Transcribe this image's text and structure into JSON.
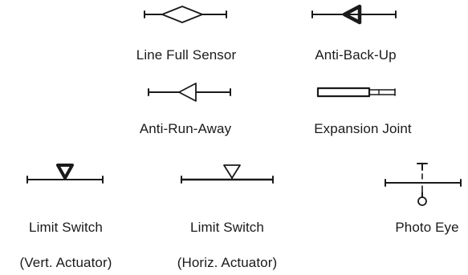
{
  "symbols": [
    {
      "id": "line-full-sensor",
      "label": "Line Full Sensor",
      "icon": "diamond-on-line-icon"
    },
    {
      "id": "anti-back-up",
      "label": "Anti-Back-Up",
      "icon": "filled-triangle-on-line-icon"
    },
    {
      "id": "anti-run-away",
      "label": "Anti-Run-Away",
      "icon": "open-triangle-on-line-icon"
    },
    {
      "id": "expansion-joint",
      "label": "Expansion Joint",
      "icon": "rectangle-taper-icon"
    },
    {
      "id": "limit-switch-vert",
      "label": "Limit Switch",
      "sublabel": "(Vert. Actuator)",
      "icon": "bold-down-triangle-on-line-icon"
    },
    {
      "id": "limit-switch-horiz",
      "label": "Limit Switch",
      "sublabel": "(Horiz. Actuator)",
      "icon": "open-down-triangle-on-line-icon"
    },
    {
      "id": "photo-eye",
      "label": "Photo Eye",
      "icon": "photo-eye-cross-icon"
    }
  ]
}
